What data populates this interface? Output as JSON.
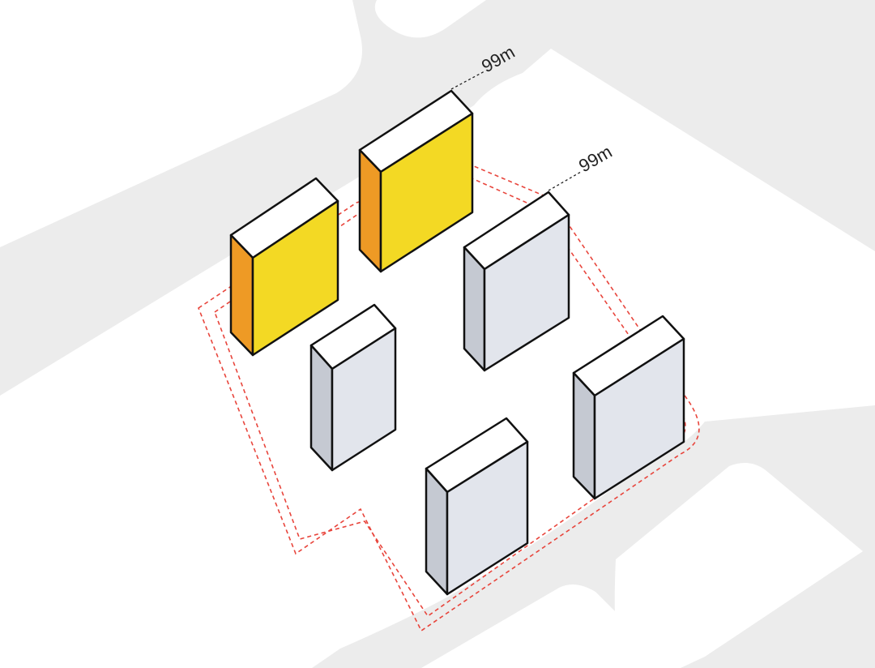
{
  "diagram": {
    "colors": {
      "road": "#ececec",
      "block": "#ffffff",
      "boundary": "#e8453c",
      "outline": "#111111",
      "highlight_front": "#f3d924",
      "highlight_side": "#ee9a25",
      "neutral_front": "#e2e5ec",
      "neutral_side": "#c5c9d2",
      "roof": "#ffffff"
    },
    "buildings": [
      {
        "id": "tower-1",
        "highlighted": true
      },
      {
        "id": "tower-2",
        "highlighted": true
      },
      {
        "id": "tower-3",
        "highlighted": false
      },
      {
        "id": "tower-4",
        "highlighted": false
      },
      {
        "id": "tower-5",
        "highlighted": false
      },
      {
        "id": "tower-6",
        "highlighted": false
      }
    ],
    "height_labels": [
      {
        "text": "99m"
      },
      {
        "text": "99m"
      }
    ]
  }
}
